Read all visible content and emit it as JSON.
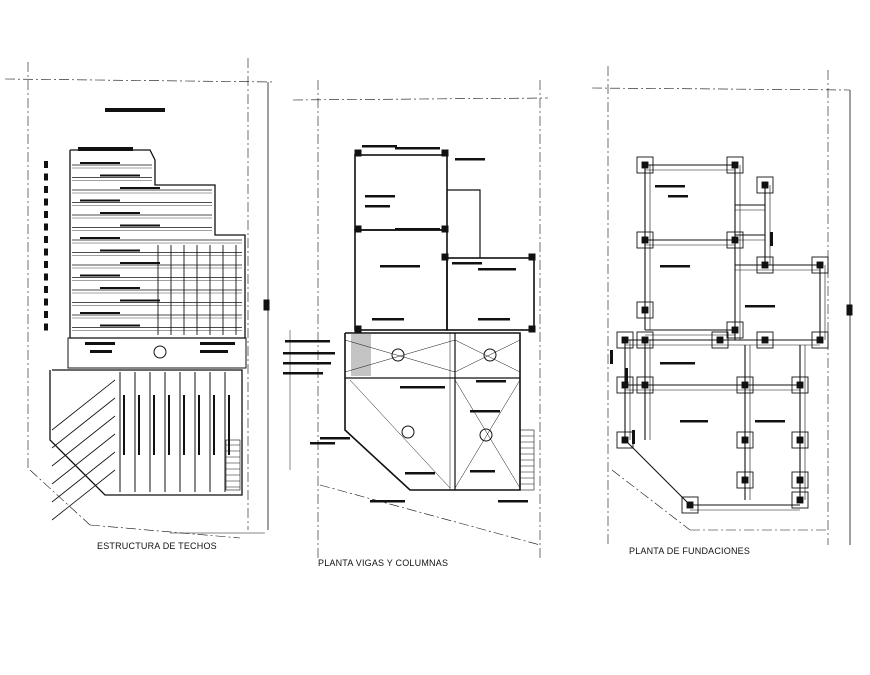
{
  "sheet": {
    "panels": [
      {
        "title": "ESTRUCTURA DE TECHOS"
      },
      {
        "title": "PLANTA VIGAS Y COLUMNAS"
      },
      {
        "title": "PLANTA  DE  FUNDACIONES"
      }
    ]
  },
  "colors": {
    "ink": "#111111",
    "background": "#ffffff"
  }
}
